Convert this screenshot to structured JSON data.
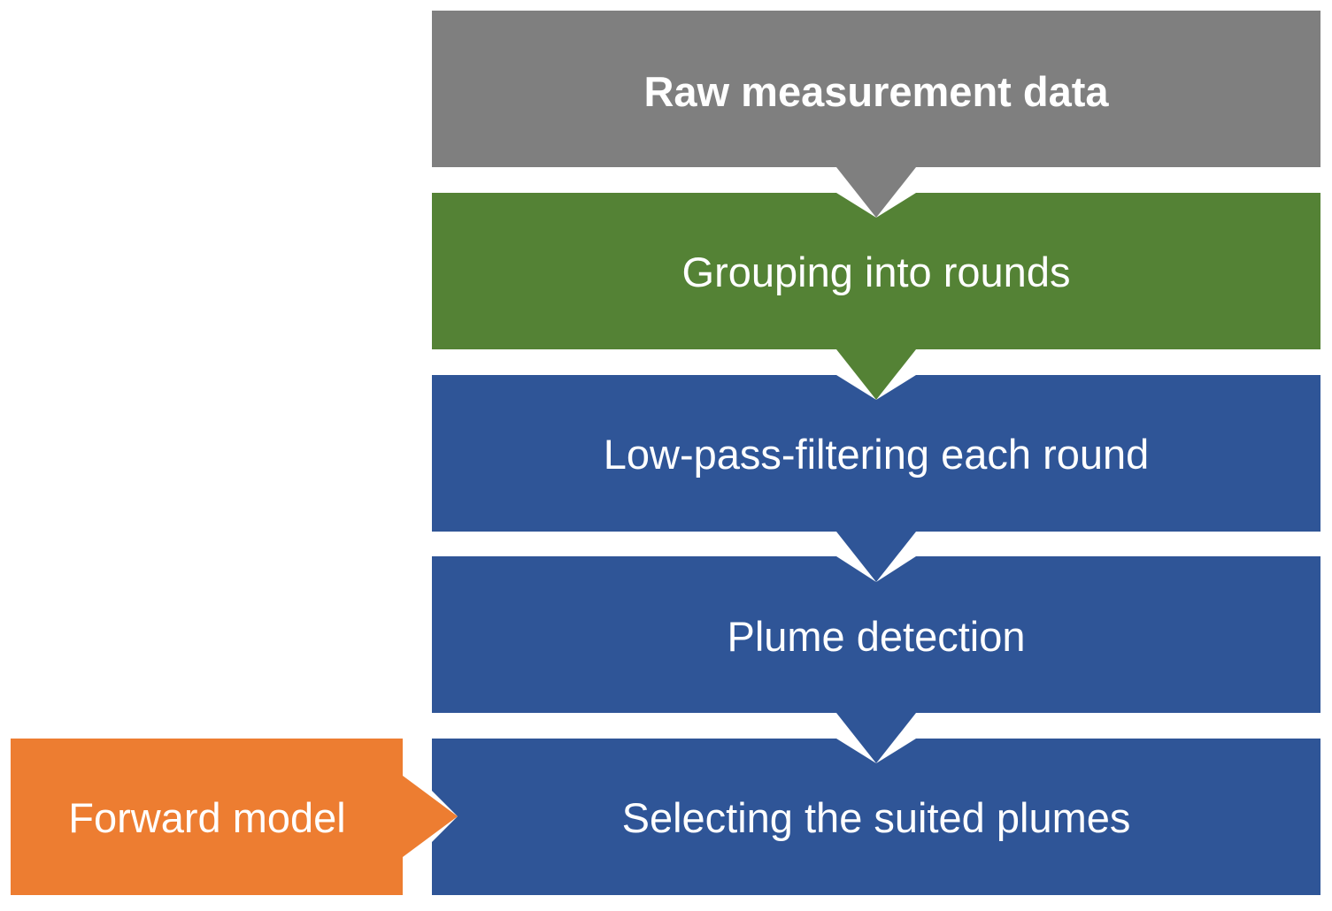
{
  "diagram": {
    "steps": [
      {
        "label": "Raw measurement data",
        "color": "#7f7f7f"
      },
      {
        "label": "Grouping into rounds",
        "color": "#548235"
      },
      {
        "label": "Low-pass-filtering each round",
        "color": "#2f5597"
      },
      {
        "label": "Plume detection",
        "color": "#2f5597"
      },
      {
        "label": "Selecting the suited plumes",
        "color": "#2f5597"
      }
    ],
    "side_input": {
      "label": "Forward model",
      "color": "#ed7d31"
    },
    "background": "#ffffff"
  }
}
